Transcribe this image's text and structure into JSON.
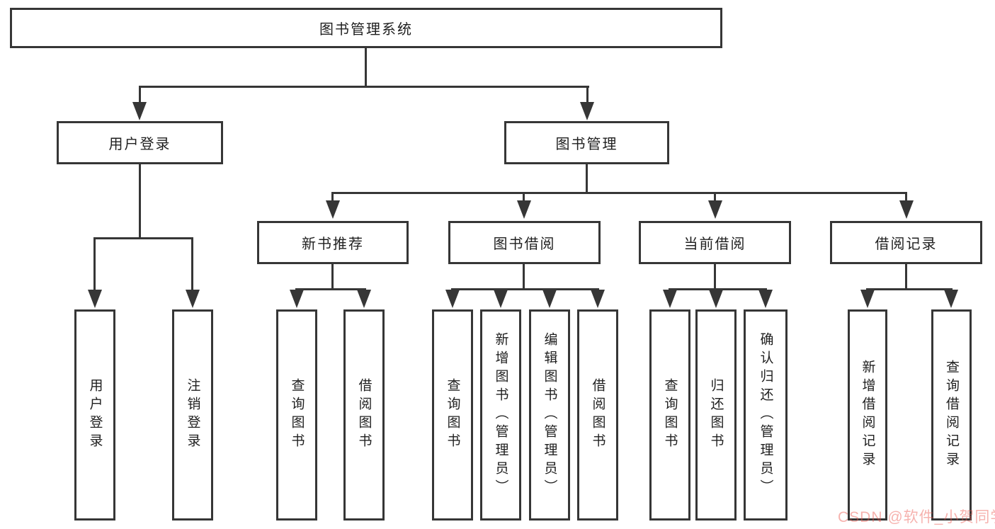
{
  "diagram": {
    "type": "hierarchy-structure-chart",
    "colors": {
      "line": "#363636",
      "text": "#1f1f1f",
      "background": "#ffffff",
      "watermark_pink": "#f0a8a4"
    },
    "nodes": {
      "root": "图书管理系统",
      "level2": [
        "用户登录",
        "图书管理"
      ],
      "level3": [
        "新书推荐",
        "图书借阅",
        "当前借阅",
        "借阅记录"
      ],
      "level4": [
        "用户登录",
        "注销登录",
        "查询图书",
        "借阅图书",
        "查询图书",
        "新增图书（管理员）",
        "编辑图书（管理员）",
        "借阅图书",
        "查询图书",
        "归还图书",
        "确认归还（管理员）",
        "新增借阅记录",
        "查询借阅记录"
      ]
    },
    "hierarchy": {
      "图书管理系统": [
        "用户登录",
        "图书管理"
      ],
      "用户登录": [
        "用户登录",
        "注销登录"
      ],
      "图书管理": [
        "新书推荐",
        "图书借阅",
        "当前借阅",
        "借阅记录"
      ],
      "新书推荐": [
        "查询图书",
        "借阅图书"
      ],
      "图书借阅": [
        "查询图书",
        "新增图书（管理员）",
        "编辑图书（管理员）",
        "借阅图书"
      ],
      "当前借阅": [
        "查询图书",
        "归还图书",
        "确认归还（管理员）"
      ],
      "借阅记录": [
        "新增借阅记录",
        "查询借阅记录"
      ]
    },
    "watermark": "CSDN @软件_小贺同学"
  }
}
